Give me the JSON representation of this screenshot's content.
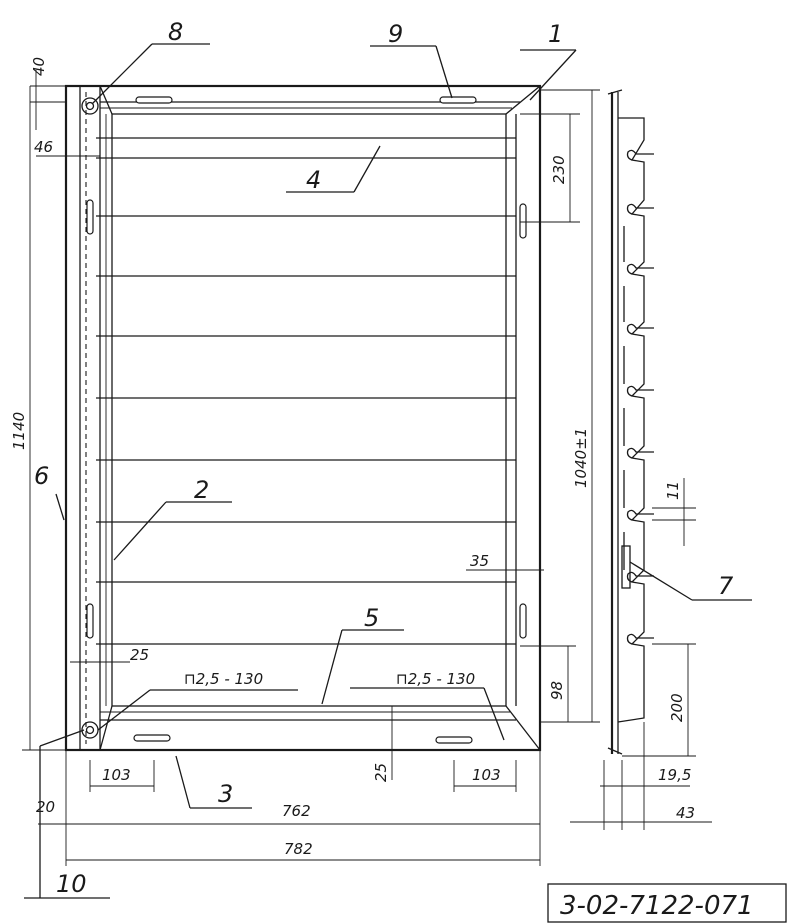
{
  "callouts": {
    "c1": "1",
    "c2": "2",
    "c3": "3",
    "c4": "4",
    "c5": "5",
    "c6": "6",
    "c7": "7",
    "c8": "8",
    "c9": "9",
    "c10": "10"
  },
  "dimensions": {
    "d40": "40",
    "d46": "46",
    "d230": "230",
    "d1140": "1140",
    "d1040": "1040±1",
    "d11": "11",
    "d35": "35",
    "d25_left": "25",
    "d98": "98",
    "d200": "200",
    "weld_left": "⊓2,5 - 130",
    "weld_right": "⊓2,5 - 130",
    "d103_left": "103",
    "d25_bottom": "25",
    "d103_right": "103",
    "d19_5": "19,5",
    "d20": "20",
    "d762": "762",
    "d43": "43",
    "d782": "782"
  },
  "title_block": {
    "drawing_code": "3-02-7122-071"
  }
}
